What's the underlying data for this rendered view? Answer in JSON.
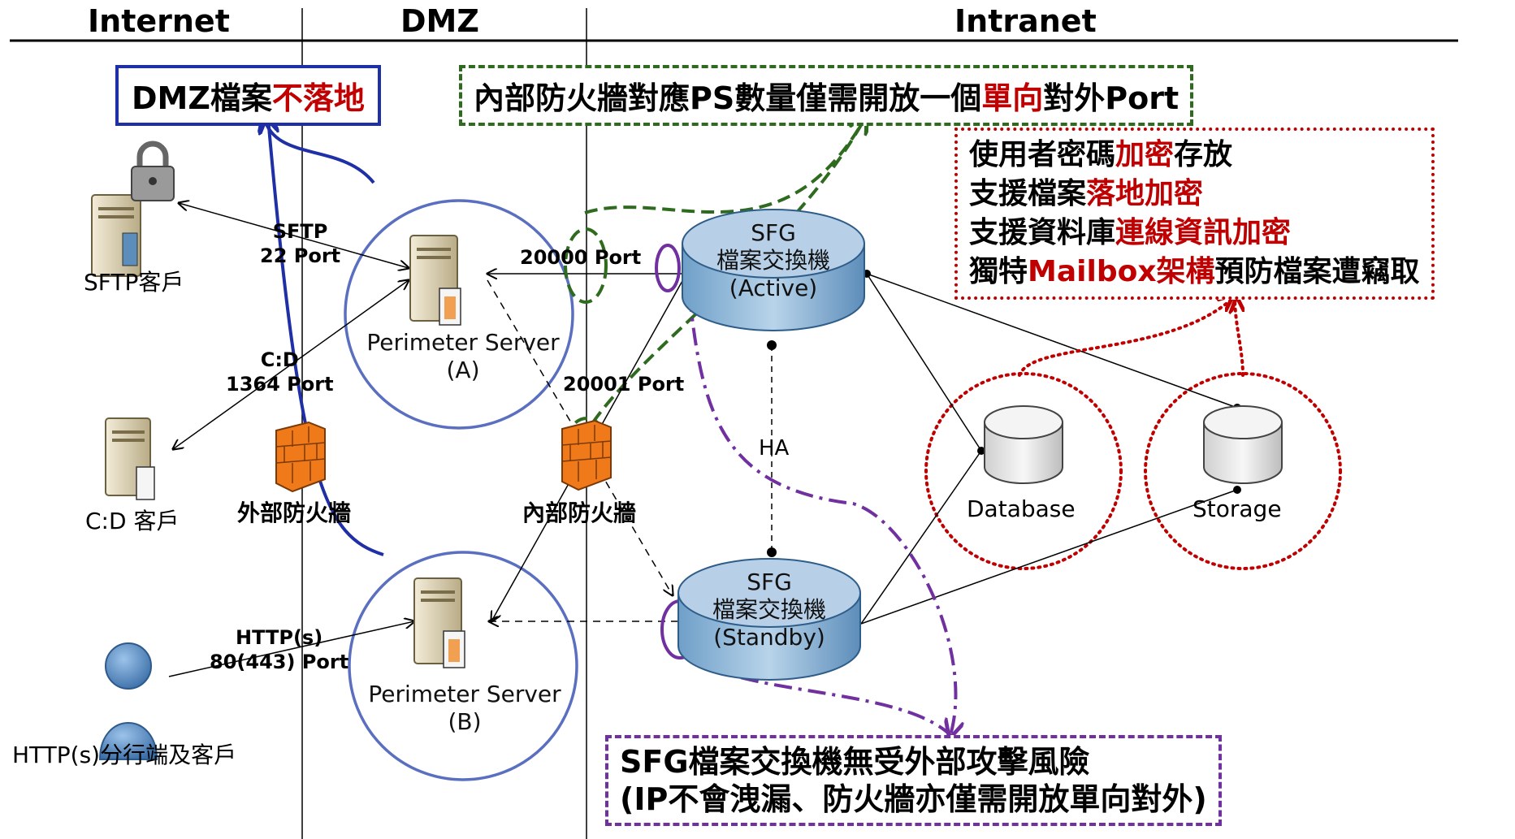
{
  "zones": {
    "internet": "Internet",
    "dmz": "DMZ",
    "intranet": "Intranet"
  },
  "callouts": {
    "dmz_no_land": {
      "pre": "DMZ檔案",
      "hl": "不落地"
    },
    "firewall_port": {
      "pre": "內部防火牆對應PS數量僅需開放一個",
      "hl": "單向",
      "post": "對外Port"
    },
    "security": [
      {
        "pre": "使用者密碼",
        "hl": "加密",
        "post": "存放"
      },
      {
        "pre": "支援檔案",
        "hl": "落地加密",
        "post": ""
      },
      {
        "pre": "支援資料庫",
        "hl": "連線資訊加密",
        "post": ""
      },
      {
        "pre": "獨特",
        "hl": "Mailbox架構",
        "post": "預防檔案遭竊取"
      }
    ],
    "sfg_safe": {
      "line1": "SFG檔案交換機無受外部攻擊風險",
      "line2": "(IP不會洩漏、防火牆亦僅需開放單向對外)"
    }
  },
  "clients": {
    "sftp": "SFTP客戶",
    "cd": "C:D 客戶",
    "http": "HTTP(s)分行端及客戶"
  },
  "ports": {
    "sftp": {
      "l1": "SFTP",
      "l2": "22 Port"
    },
    "cd": {
      "l1": "C:D",
      "l2": "1364 Port"
    },
    "http": {
      "l1": "HTTP(s)",
      "l2": "80(443) Port"
    },
    "p20000": "20000 Port",
    "p20001": "20001 Port"
  },
  "firewalls": {
    "external": "外部防火牆",
    "internal": "內部防火牆"
  },
  "perimeter": {
    "a": {
      "name": "Perimeter Server",
      "id": "(A)"
    },
    "b": {
      "name": "Perimeter Server",
      "id": "(B)"
    }
  },
  "sfg": {
    "active": {
      "l1": "SFG",
      "l2": "檔案交換機",
      "l3": "(Active)"
    },
    "standby": {
      "l1": "SFG",
      "l2": "檔案交換機",
      "l3": "(Standby)"
    },
    "ha": "HA"
  },
  "stores": {
    "database": "Database",
    "storage": "Storage"
  },
  "colors": {
    "blue": "#1f2fa6",
    "green": "#2e6b1f",
    "red": "#c00000",
    "purple": "#7030a0",
    "circle": "#5b6fc0"
  }
}
